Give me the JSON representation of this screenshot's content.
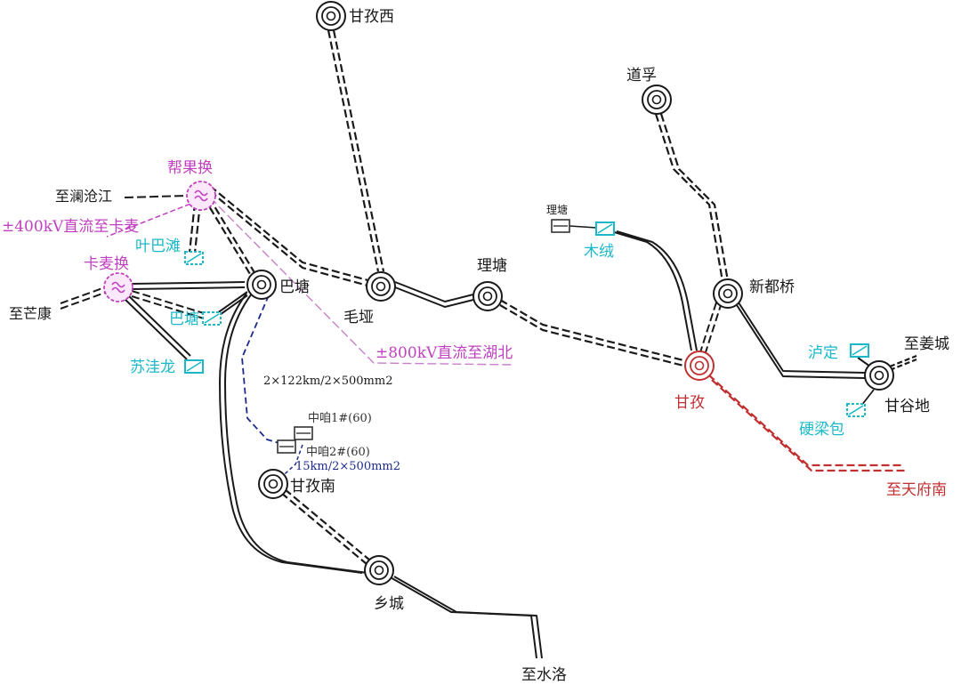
{
  "colors": {
    "black": "#1a1a1a",
    "magenta": "#c040c0",
    "cyan": "#1ab8c8",
    "red": "#c03030",
    "navy": "#1c2a8c",
    "pink_dash": "#c880c8",
    "gray": "#444444"
  },
  "labels": {
    "ganzixi": "甘孜西",
    "daofu": "道孚",
    "bangguo": "帮果换",
    "zhilancang": "至澜沧江",
    "dc400": "±400kV直流至卡麦",
    "yebatan": "叶巴滩",
    "kamai": "卡麦换",
    "zhimangkang": "至芒康",
    "batang_sub": "巴塘",
    "batang_hydro": "巴塘",
    "suwalong": "苏洼龙",
    "maoya": "毛垭",
    "litang": "理塘",
    "litang_small": "理塘",
    "mucheng": "木绒",
    "xindouqiao": "新都桥",
    "luding": "泸定",
    "zhijiangcheng": "至姜城",
    "ganguodi": "甘谷地",
    "yingliangbao": "硬梁包",
    "ganzi": "甘孜",
    "zhitianfunan": "至天府南",
    "dc800": "±800kV直流至湖北",
    "line_spec_1": "2×122km/2×500mm2",
    "zhongza1": "中咱1#(60)",
    "zhongza2": "中咱2#(60)",
    "line_spec_2": "15km/2×500mm2",
    "ganzinan": "甘孜南",
    "xiangcheng": "乡城",
    "zhishuiluo": "至水洛"
  }
}
